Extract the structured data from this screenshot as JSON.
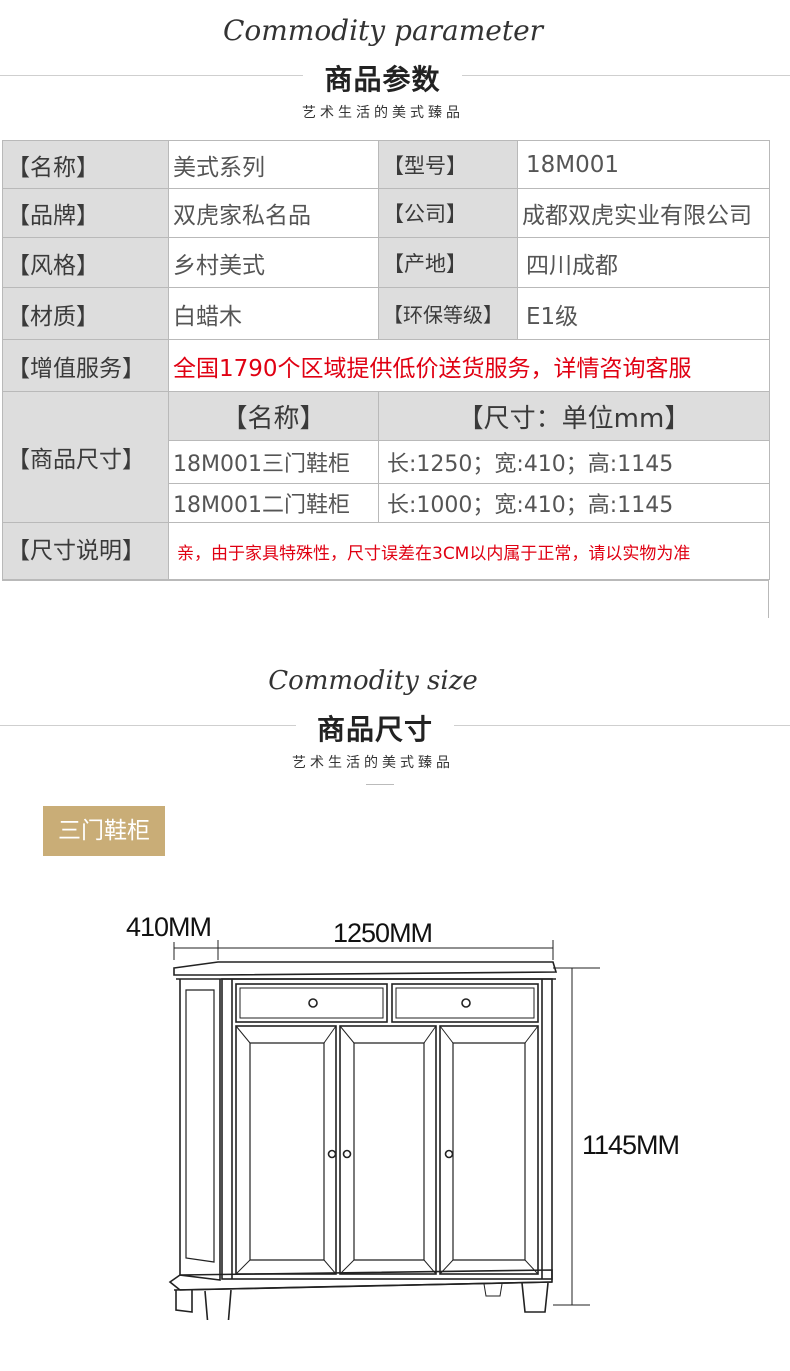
{
  "section1": {
    "script_title": "Commodity parameter",
    "title": "商品参数",
    "subtitle": "艺术生活的美式臻品"
  },
  "params": {
    "row1": {
      "l1": "【名称】",
      "v1": "美式系列",
      "l2": "【型号】",
      "v2": "18M001"
    },
    "row2": {
      "l1": "【品牌】",
      "v1": "双虎家私名品",
      "l2": "【公司】",
      "v2": "成都双虎实业有限公司"
    },
    "row3": {
      "l1": "【风格】",
      "v1": "乡村美式",
      "l2": "【产地】",
      "v2": "四川成都"
    },
    "row4": {
      "l1": "【材质】",
      "v1": "白蜡木",
      "l2": "【环保等级】",
      "v2": "E1级"
    },
    "service": {
      "label": "【增值服务】",
      "value": "全国1790个区域提供低价送货服务，详情咨询客服"
    },
    "size": {
      "label": "【商品尺寸】",
      "col_name": "【名称】",
      "col_size": "【尺寸：单位mm】",
      "items": [
        {
          "name": "18M001三门鞋柜",
          "size": "长:1250；宽:410；高:1145"
        },
        {
          "name": "18M001二门鞋柜",
          "size": "长:1000；宽:410；高:1145"
        }
      ]
    },
    "note": {
      "label": "【尺寸说明】",
      "value": "亲，由于家具特殊性，尺寸误差在3CM以内属于正常，请以实物为准"
    }
  },
  "section2": {
    "script_title": "Commodity size",
    "title": "商品尺寸",
    "subtitle": "艺术生活的美式臻品"
  },
  "badge": "三门鞋柜",
  "dimensions": {
    "depth": "410MM",
    "width": "1250MM",
    "height": "1145MM"
  },
  "colors": {
    "accent": "#c9ad77",
    "red": "#e00012",
    "label_bg": "#dddddd",
    "border": "#b9b9b9"
  }
}
